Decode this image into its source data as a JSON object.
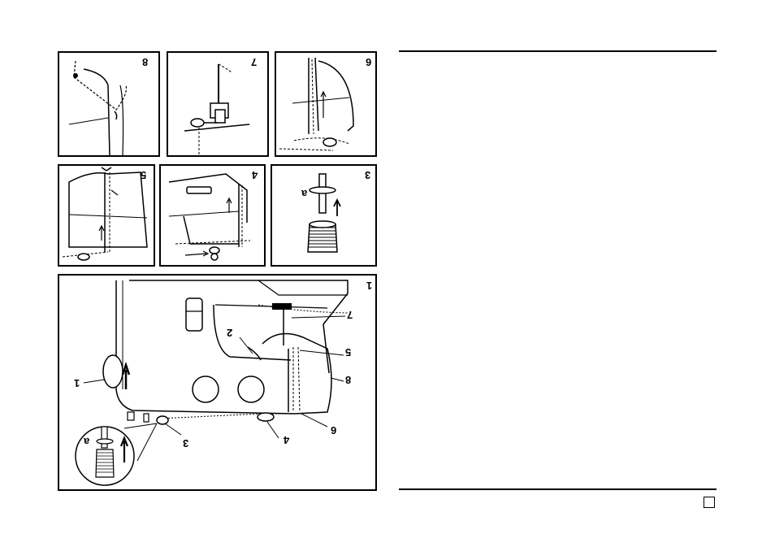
{
  "panels": {
    "p8": {
      "number": "8"
    },
    "p7": {
      "number": "7"
    },
    "p6": {
      "number": "6"
    },
    "p5": {
      "number": "5"
    },
    "p4": {
      "number": "4"
    },
    "p3": {
      "number": "3",
      "label_a": "a"
    },
    "p1": {
      "number": "1",
      "callouts": {
        "c1": "1",
        "c2": "2",
        "c3": "3",
        "c4": "4",
        "c5": "5",
        "c6": "6",
        "c7": "7",
        "c8": "8",
        "ca": "a"
      }
    }
  },
  "colors": {
    "line": "#000000",
    "background": "#ffffff"
  }
}
